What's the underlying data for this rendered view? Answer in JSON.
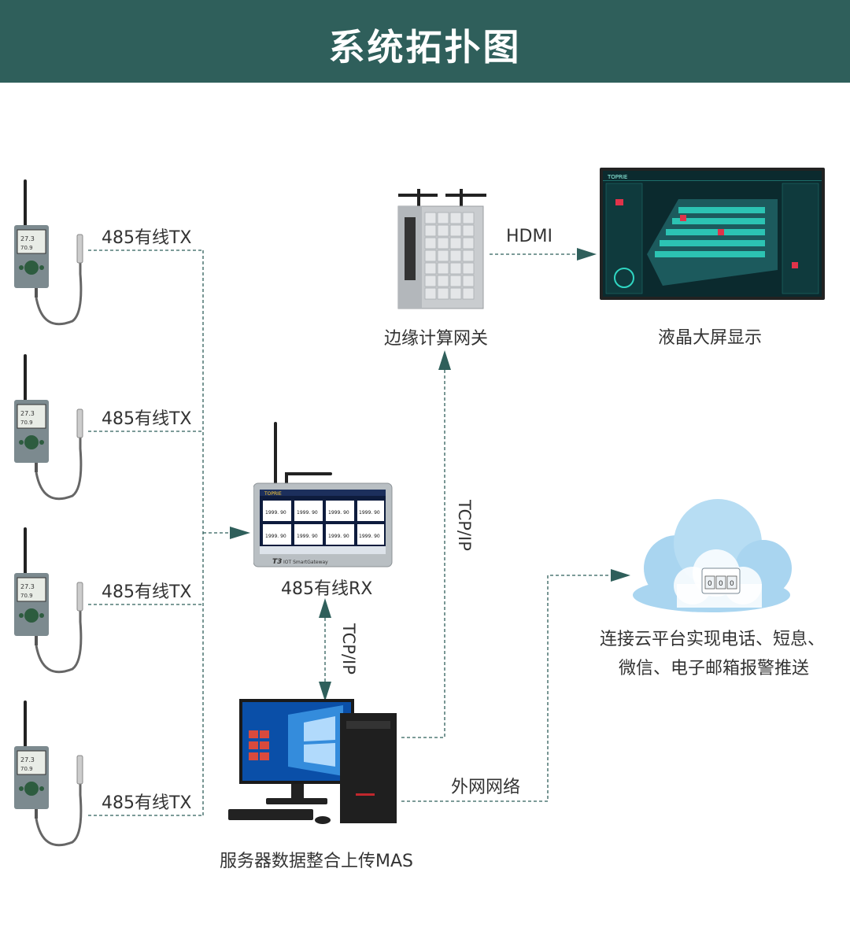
{
  "title": "系统拓扑图",
  "sensors": [
    {
      "label": "485有线TX"
    },
    {
      "label": "485有线TX"
    },
    {
      "label": "485有线TX"
    },
    {
      "label": "485有线TX"
    }
  ],
  "receiver": {
    "label": "485有线RX",
    "brand": "TOPRIE",
    "screen_value": "1999. 90",
    "model": "T3",
    "model_text": "IOT SmartGateway"
  },
  "gateway": {
    "label": "边缘计算网关"
  },
  "display": {
    "label": "液晶大屏显示",
    "brand": "TOPRIE"
  },
  "server": {
    "label": "服务器数据整合上传MAS"
  },
  "cloud": {
    "label_line1": "连接云平台实现电话、短息、",
    "label_line2": "微信、电子邮箱报警推送"
  },
  "links": {
    "hdmi": "HDMI",
    "tcp_gateway": "TCP/IP",
    "tcp_server": "TCP/IP",
    "internet": "外网网络"
  },
  "colors": {
    "banner": "#2f5f5b",
    "line": "#2f5f5b",
    "cloud": "#a9d5f0"
  }
}
